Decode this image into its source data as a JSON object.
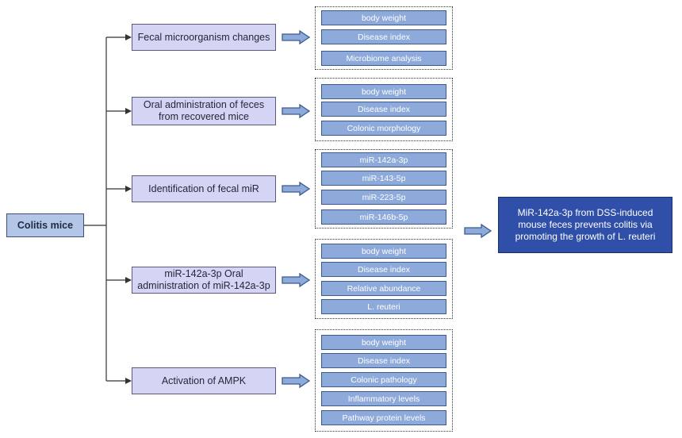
{
  "root": {
    "label": "Colitis mice"
  },
  "branches": [
    {
      "label": "Fecal microorganism changes",
      "items": [
        "body weight",
        "Disease index",
        "Microbiome analysis"
      ]
    },
    {
      "label": "Oral administration of feces from recovered mice",
      "items": [
        "body weight",
        "Disease index",
        "Colonic morphology"
      ]
    },
    {
      "label": "Identification of fecal miR",
      "items": [
        "miR-142a-3p",
        "miR-143-5p",
        "miR-223-5p",
        "miR-146b-5p"
      ]
    },
    {
      "label": "miR-142a-3p Oral administration of miR-142a-3p",
      "items": [
        "body weight",
        "Disease index",
        "Relative abundance",
        "L. reuteri"
      ]
    },
    {
      "label": "Activation of AMPK",
      "items": [
        "body weight",
        "Disease index",
        "Colonic pathology",
        "Inflammatory levels",
        "Pathway protein levels"
      ]
    }
  ],
  "conclusion": {
    "label": "MiR-142a-3p from DSS-induced mouse feces prevents colitis via promoting the growth of L. reuteri"
  },
  "colors": {
    "root_fill": "#b4c6e7",
    "branch_fill": "#d4d5f4",
    "item_fill": "#8eaadb",
    "conclusion_fill": "#2f4fa8",
    "arrow_fill": "#8eaadb"
  }
}
